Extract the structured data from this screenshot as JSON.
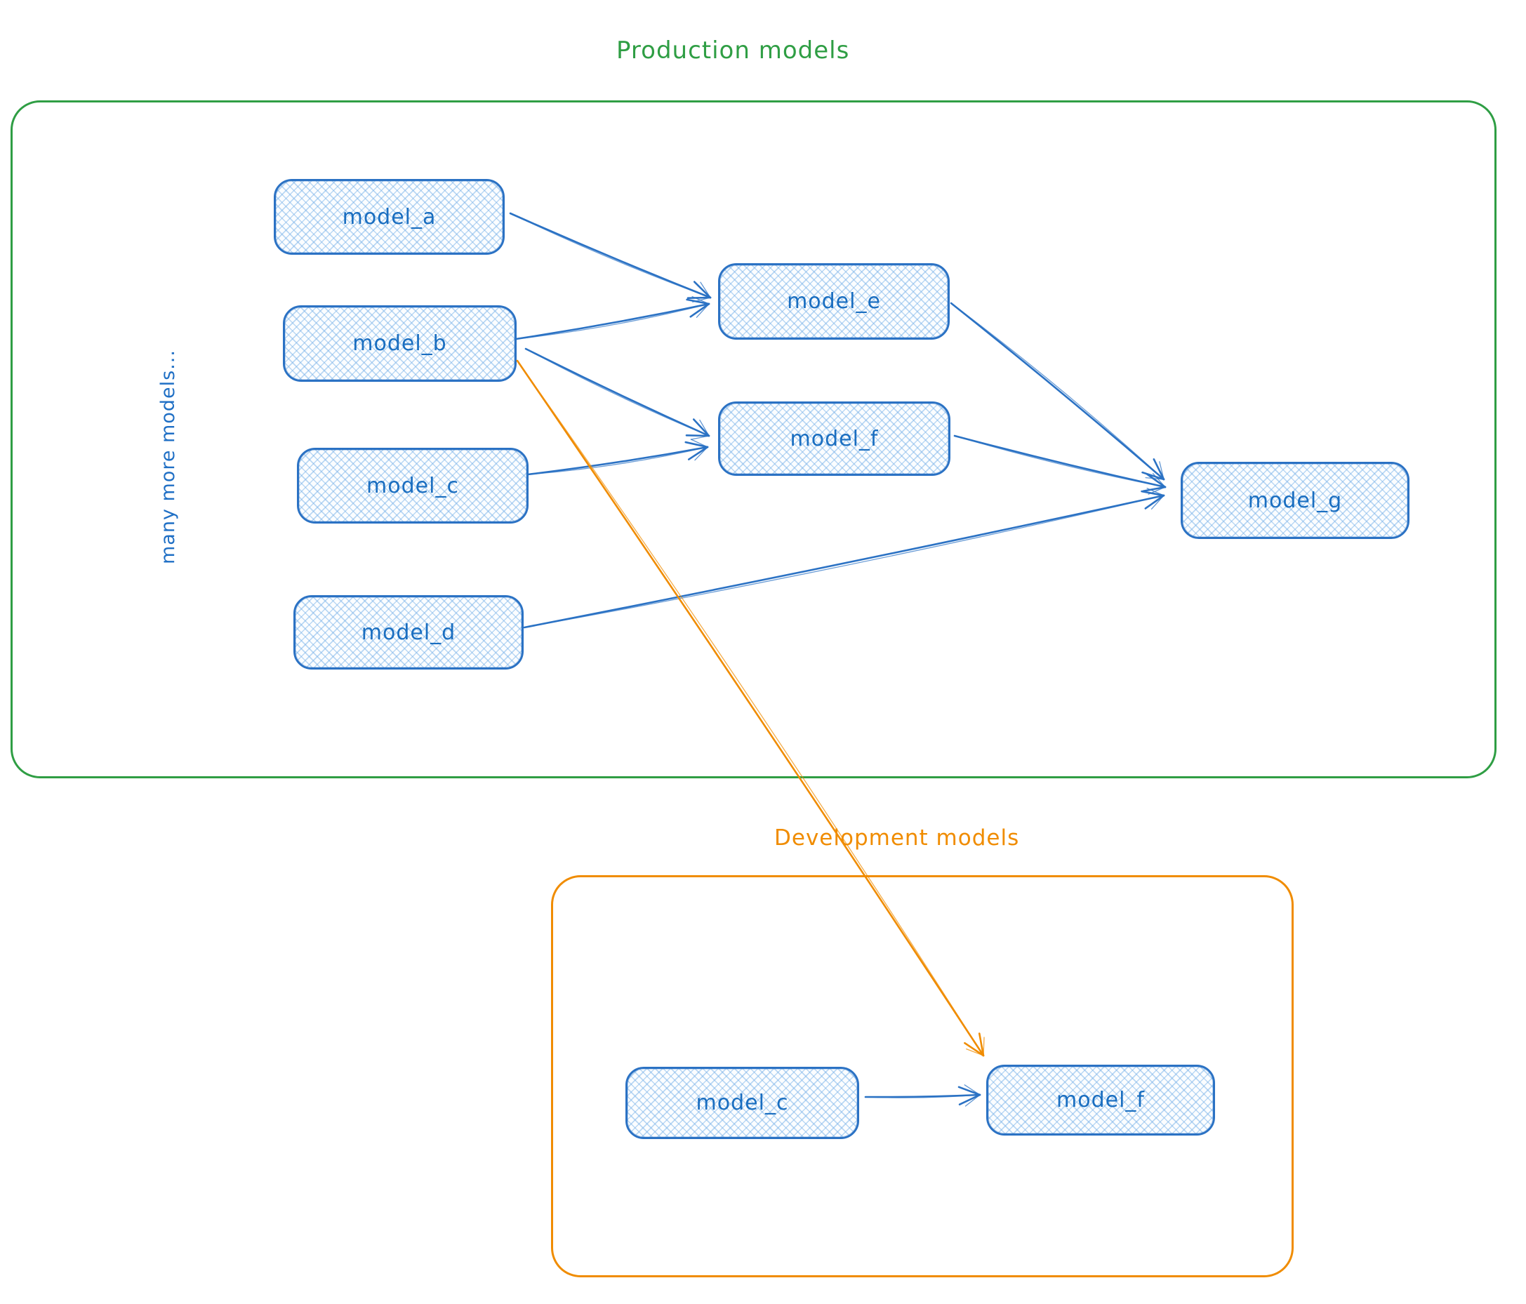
{
  "diagram": {
    "production": {
      "title": "Production models",
      "side_note": "many more models...",
      "nodes": [
        {
          "id": "model_a",
          "label": "model_a"
        },
        {
          "id": "model_b",
          "label": "model_b"
        },
        {
          "id": "model_c",
          "label": "model_c"
        },
        {
          "id": "model_d",
          "label": "model_d"
        },
        {
          "id": "model_e",
          "label": "model_e"
        },
        {
          "id": "model_f",
          "label": "model_f"
        },
        {
          "id": "model_g",
          "label": "model_g"
        }
      ]
    },
    "development": {
      "title": "Development models",
      "nodes": [
        {
          "id": "dev_model_c",
          "label": "model_c"
        },
        {
          "id": "dev_model_f",
          "label": "model_f"
        }
      ]
    },
    "edges": [
      {
        "from": "model_a",
        "to": "model_e",
        "color": "blue"
      },
      {
        "from": "model_b",
        "to": "model_e",
        "color": "blue"
      },
      {
        "from": "model_b",
        "to": "model_f",
        "color": "blue"
      },
      {
        "from": "model_c",
        "to": "model_f",
        "color": "blue"
      },
      {
        "from": "model_d",
        "to": "model_g",
        "color": "blue"
      },
      {
        "from": "model_e",
        "to": "model_g",
        "color": "blue"
      },
      {
        "from": "model_f",
        "to": "model_g",
        "color": "blue"
      },
      {
        "from": "dev_model_c",
        "to": "dev_model_f",
        "color": "blue"
      },
      {
        "from": "model_b",
        "to": "dev_model_f",
        "color": "orange"
      }
    ],
    "colors": {
      "blue": "#2b72c4",
      "green": "#2f9e44",
      "orange": "#f08c00",
      "node_fill": "#eef6ff"
    }
  }
}
